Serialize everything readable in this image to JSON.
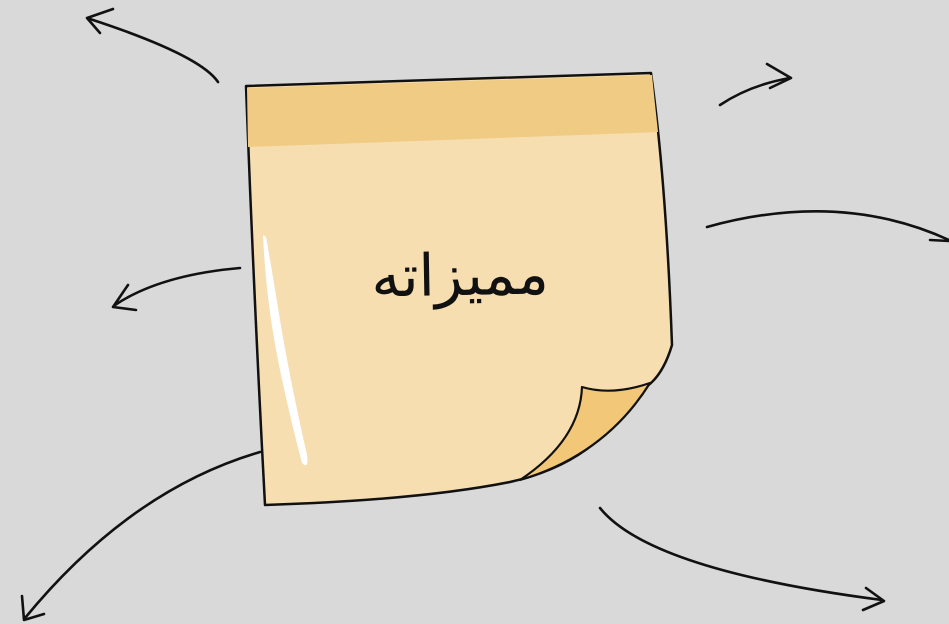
{
  "sticky_note": {
    "text": "مميزاته"
  },
  "colors": {
    "background": "#d9d9d9",
    "note_body": "#f7deb1",
    "note_band": "#f0cb83",
    "note_curl": "#f2c777",
    "outline": "#111111",
    "highlight": "#ffffff"
  },
  "arrows": [
    {
      "direction": "top-left"
    },
    {
      "direction": "top-right"
    },
    {
      "direction": "right"
    },
    {
      "direction": "left"
    },
    {
      "direction": "bottom-left"
    },
    {
      "direction": "bottom-right"
    }
  ]
}
